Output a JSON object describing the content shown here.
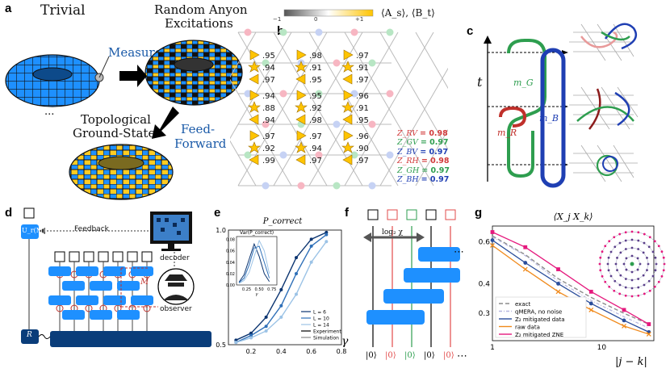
{
  "colors": {
    "blue": "#1e90ff",
    "yellow": "#ffcc22",
    "navy": "#0b4d8c",
    "dark_blue": "#0a3d7a",
    "red": "#d23b3b",
    "green": "#2e9e4f",
    "pink": "#e5197d",
    "orange": "#f08a1c",
    "gray_dash": "#8c8c8c"
  },
  "panel_a": {
    "letter": "a",
    "trivial": "Trivial",
    "random_anyon": "Random Anyon",
    "excitations": "Excitations",
    "measure": "Measure",
    "topological": "Topological",
    "ground_state": "Ground-State",
    "feed": "Feed-",
    "forward": "Forward",
    "ellipsis": "..."
  },
  "panel_b": {
    "letter": "b",
    "colorbar_label": "⟨A_s⟩, ⟨B_t⟩",
    "cb_ticks": [
      "−1",
      "0",
      "+1"
    ],
    "cells": [
      [
        "0.95",
        "0.94",
        "0.97"
      ],
      [
        "0.98",
        "0.91",
        "0.95"
      ],
      [
        "0.97",
        "0.91",
        "0.97"
      ],
      [
        "0.94",
        "0.88",
        "0.94"
      ],
      [
        "0.95",
        "0.92",
        "0.98"
      ],
      [
        "0.96",
        "0.91",
        "0.95"
      ],
      [
        "0.97",
        "0.92",
        "0.99"
      ],
      [
        "0.97",
        "0.94",
        "0.97"
      ],
      [
        "0.96",
        "0.90",
        "0.97"
      ]
    ],
    "z_labels": [
      {
        "name": "Z_RV",
        "val": "= 0.98",
        "color": "#d23b3b"
      },
      {
        "name": "Z_GV",
        "val": "= 0.97",
        "color": "#2e9e4f"
      },
      {
        "name": "Z_BV",
        "val": "= 0.97",
        "color": "#1f3fb3"
      },
      {
        "name": "Z_RH",
        "val": "= 0.98",
        "color": "#d23b3b"
      },
      {
        "name": "Z_GH",
        "val": "= 0.97",
        "color": "#2e9e4f"
      },
      {
        "name": "Z_BH",
        "val": "= 0.97",
        "color": "#1f3fb3"
      }
    ]
  },
  "panel_c": {
    "letter": "c",
    "t": "t",
    "mG": "m_G",
    "mB": "m_B",
    "mR": "m_R"
  },
  "panel_d": {
    "letter": "d",
    "feedback": "Feedback",
    "decoder": "decoder",
    "observer": "observer",
    "M": "M",
    "U": "U_r(M)",
    "R": "R"
  },
  "panel_e": {
    "letter": "e",
    "title": "P_correct",
    "xlabel": "γ",
    "inset_title": "Var(P_correct)",
    "inset_xlabel": "γ",
    "legend": [
      "L = 6",
      "L = 10",
      "L = 14",
      "Experiment",
      "Simulation"
    ]
  },
  "panel_f": {
    "letter": "f",
    "log_chi": "log₂ χ",
    "kets": [
      "|0⟩",
      "|0⟩",
      "|0⟩",
      "|0⟩",
      "|0⟩"
    ],
    "dots": "⋯"
  },
  "panel_g": {
    "letter": "g",
    "title": "⟨X_j X_k⟩",
    "xlabel": "|j − k|",
    "legend": [
      "exact",
      "qMERA, no noise",
      "Z₂ mitigated data",
      "raw data",
      "Z₂ mitigated ZNE"
    ]
  },
  "chart_data": [
    {
      "type": "line",
      "title": "P_correct",
      "xlabel": "γ",
      "ylabel": "",
      "xlim": [
        0.05,
        0.8
      ],
      "ylim": [
        0.5,
        1.0
      ],
      "x_ticks": [
        "0.2",
        "0.4",
        "0.6",
        "0.8"
      ],
      "y_ticks": [
        "0.5",
        "1.0"
      ],
      "series": [
        {
          "name": "L = 6",
          "x": [
            0.1,
            0.2,
            0.3,
            0.4,
            0.5,
            0.6,
            0.7
          ],
          "values": [
            0.52,
            0.55,
            0.62,
            0.74,
            0.88,
            0.96,
            0.99
          ]
        },
        {
          "name": "L = 10",
          "x": [
            0.1,
            0.2,
            0.3,
            0.4,
            0.5,
            0.6,
            0.7
          ],
          "values": [
            0.51,
            0.54,
            0.58,
            0.67,
            0.81,
            0.93,
            0.98
          ]
        },
        {
          "name": "L = 14",
          "x": [
            0.1,
            0.2,
            0.3,
            0.4,
            0.5,
            0.6,
            0.7
          ],
          "values": [
            0.51,
            0.53,
            0.56,
            0.62,
            0.72,
            0.86,
            0.95
          ]
        }
      ],
      "legend": "bottom-right"
    },
    {
      "type": "line",
      "title": "Var(P_correct)",
      "xlabel": "γ",
      "xlim": [
        0.05,
        0.85
      ],
      "ylim": [
        0.0,
        0.085
      ],
      "x_ticks": [
        "0.25",
        "0.50",
        "0.75"
      ],
      "y_ticks": [
        "0.00",
        "0.02",
        "0.04",
        "0.06",
        "0.08"
      ],
      "series": [
        {
          "name": "L = 6",
          "x": [
            0.1,
            0.2,
            0.3,
            0.4,
            0.5,
            0.6,
            0.7
          ],
          "values": [
            0.005,
            0.018,
            0.045,
            0.072,
            0.05,
            0.02,
            0.006
          ]
        },
        {
          "name": "L = 10",
          "x": [
            0.1,
            0.2,
            0.3,
            0.4,
            0.5,
            0.6,
            0.7
          ],
          "values": [
            0.004,
            0.012,
            0.035,
            0.065,
            0.068,
            0.04,
            0.012
          ]
        },
        {
          "name": "L = 14",
          "x": [
            0.1,
            0.2,
            0.3,
            0.4,
            0.5,
            0.6,
            0.7
          ],
          "values": [
            0.003,
            0.008,
            0.022,
            0.05,
            0.078,
            0.06,
            0.02
          ]
        }
      ]
    },
    {
      "type": "line",
      "title": "⟨X_j X_k⟩",
      "xlabel": "|j − k|",
      "x_scale": "log",
      "y_scale": "log",
      "xlim": [
        1,
        30
      ],
      "ylim": [
        0.23,
        0.7
      ],
      "x_ticks": [
        "1",
        "10"
      ],
      "y_ticks": [
        "0.3",
        "0.4",
        "0.6"
      ],
      "series": [
        {
          "name": "exact",
          "x": [
            1,
            2,
            4,
            8,
            16,
            27
          ],
          "values": [
            0.636,
            0.53,
            0.42,
            0.35,
            0.3,
            0.27
          ]
        },
        {
          "name": "qMERA, no noise",
          "x": [
            1,
            2,
            4,
            8,
            16,
            27
          ],
          "values": [
            0.63,
            0.525,
            0.41,
            0.34,
            0.29,
            0.26
          ]
        },
        {
          "name": "Z₂ mitigated data",
          "x": [
            1,
            2,
            4,
            8,
            16,
            27
          ],
          "values": [
            0.61,
            0.49,
            0.4,
            0.33,
            0.28,
            0.25
          ]
        },
        {
          "name": "raw data",
          "x": [
            1,
            2,
            4,
            8,
            16,
            27
          ],
          "values": [
            0.58,
            0.46,
            0.37,
            0.31,
            0.265,
            0.245
          ]
        },
        {
          "name": "Z₂ mitigated ZNE",
          "x": [
            1,
            2,
            4,
            8,
            16,
            27
          ],
          "values": [
            0.66,
            0.57,
            0.46,
            0.37,
            0.31,
            0.27
          ]
        }
      ],
      "legend": "bottom-left"
    }
  ]
}
